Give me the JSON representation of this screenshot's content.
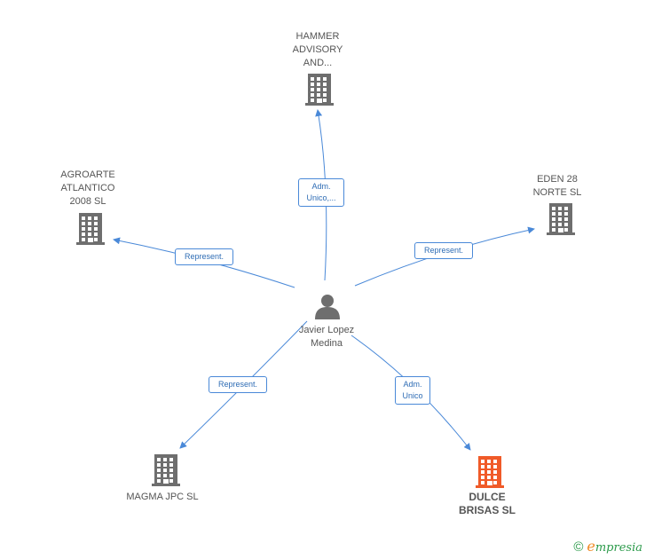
{
  "center": {
    "label": "Javier Lopez\nMedina",
    "icon": "person-icon"
  },
  "companies": [
    {
      "id": "hammer",
      "label": "HAMMER\nADVISORY\nAND...",
      "icon": "building-icon",
      "color": "#6e6e6e"
    },
    {
      "id": "agroarte",
      "label": "AGROARTE\nATLANTICO\n2008 SL",
      "icon": "building-icon",
      "color": "#6e6e6e"
    },
    {
      "id": "eden",
      "label": "EDEN 28\nNORTE  SL",
      "icon": "building-icon",
      "color": "#6e6e6e"
    },
    {
      "id": "magma",
      "label": "MAGMA JPC  SL",
      "icon": "building-icon",
      "color": "#6e6e6e"
    },
    {
      "id": "dulce",
      "label": "DULCE\nBRISAS  SL",
      "icon": "building-icon",
      "color": "#f05a28"
    }
  ],
  "edges": [
    {
      "to": "hammer",
      "label": "Adm.\nUnico,..."
    },
    {
      "to": "agroarte",
      "label": "Represent."
    },
    {
      "to": "eden",
      "label": "Represent."
    },
    {
      "to": "magma",
      "label": "Represent."
    },
    {
      "to": "dulce",
      "label": "Adm.\nUnico"
    }
  ],
  "colors": {
    "edge": "#4a89d8",
    "node": "#6e6e6e",
    "highlight": "#f05a28"
  },
  "brand": {
    "copyright": "©",
    "initial": "e",
    "name": "mpresia"
  }
}
